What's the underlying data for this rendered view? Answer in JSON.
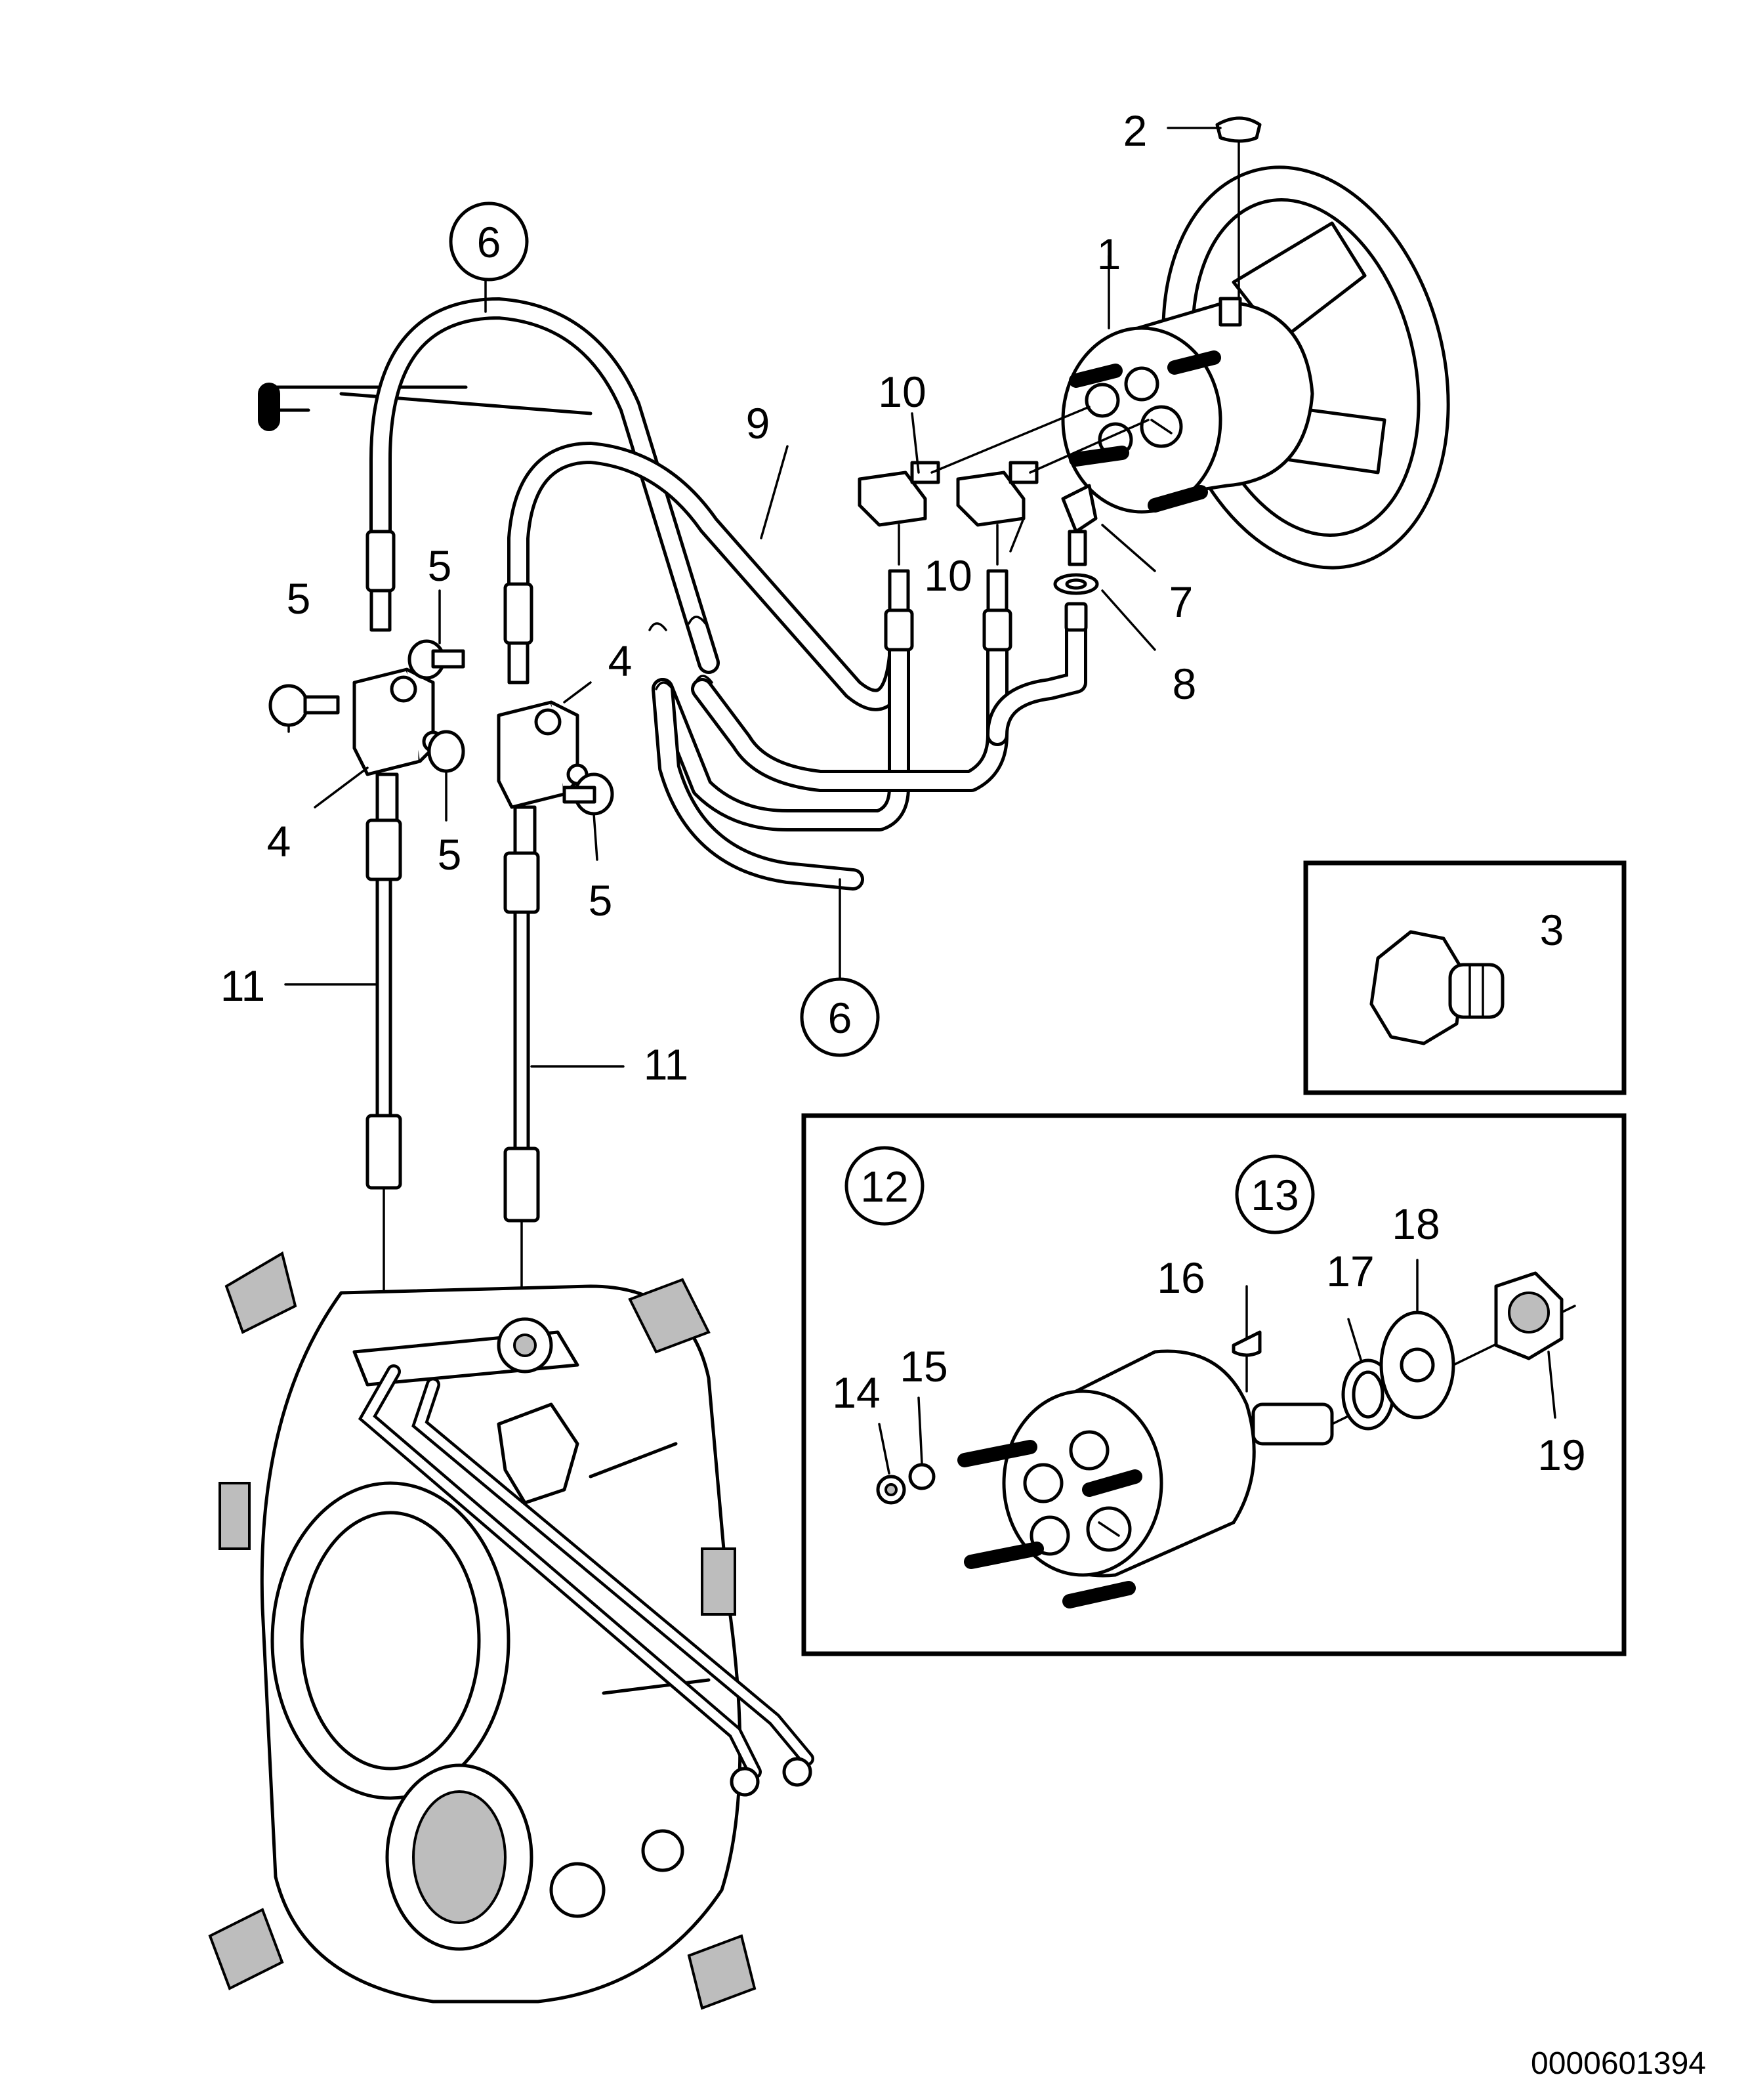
{
  "callouts": [
    {
      "id": "c1",
      "text": "1"
    },
    {
      "id": "c2",
      "text": "2"
    },
    {
      "id": "c3",
      "text": "3"
    },
    {
      "id": "c4a",
      "text": "4"
    },
    {
      "id": "c4b",
      "text": "4"
    },
    {
      "id": "c5a",
      "text": "5"
    },
    {
      "id": "c5b",
      "text": "5"
    },
    {
      "id": "c5c",
      "text": "5"
    },
    {
      "id": "c5d",
      "text": "5"
    },
    {
      "id": "c6a",
      "text": "6"
    },
    {
      "id": "c6b",
      "text": "6"
    },
    {
      "id": "c7",
      "text": "7"
    },
    {
      "id": "c8",
      "text": "8"
    },
    {
      "id": "c9",
      "text": "9"
    },
    {
      "id": "c10a",
      "text": "10"
    },
    {
      "id": "c10b",
      "text": "10"
    },
    {
      "id": "c11a",
      "text": "11"
    },
    {
      "id": "c11b",
      "text": "11"
    },
    {
      "id": "c12",
      "text": "12"
    },
    {
      "id": "c13",
      "text": "13"
    },
    {
      "id": "c14",
      "text": "14"
    },
    {
      "id": "c15",
      "text": "15"
    },
    {
      "id": "c16",
      "text": "16"
    },
    {
      "id": "c17",
      "text": "17"
    },
    {
      "id": "c18",
      "text": "18"
    },
    {
      "id": "c19",
      "text": "19"
    }
  ],
  "doc_id": "0000601394"
}
